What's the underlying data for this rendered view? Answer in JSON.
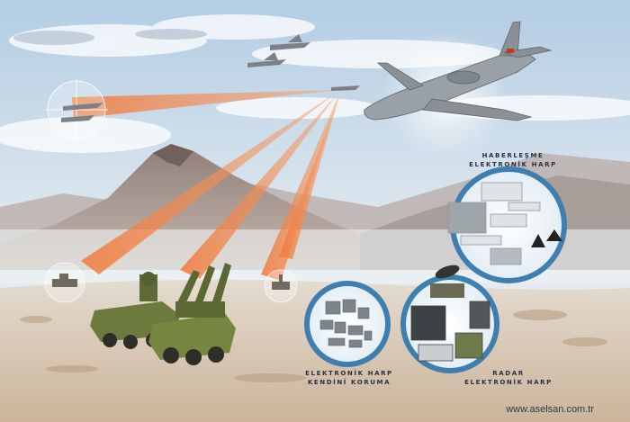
{
  "captions": {
    "comm_ew": {
      "line1": "HABERLEŞME",
      "line2": "ELEKTRONİK HARP"
    },
    "self_protection_ew": {
      "line1": "ELEKTRONİK HARP",
      "line2": "KENDİNİ KORUMA"
    },
    "radar_ew": {
      "line1": "RADAR",
      "line2": "ELEKTRONİK HARP"
    }
  },
  "website": "www.aselsan.com.tr",
  "colors": {
    "sky_top": "#b9d1e6",
    "sky_bottom": "#e8eef2",
    "beam": "#f07a3a",
    "badge_ring": "#3e7fb0",
    "ground": "#d9c8b2"
  }
}
